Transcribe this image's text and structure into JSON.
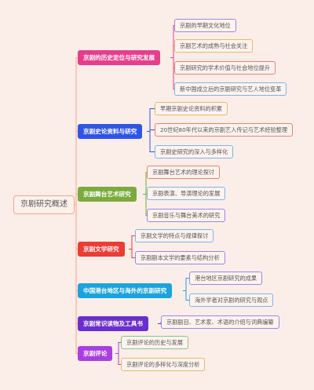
{
  "root": {
    "label": "京剧研究概述",
    "color": "#f2a58c"
  },
  "branches": [
    {
      "label": "京剧的历史定位与研究发展",
      "color": "#e63d8c",
      "leaves": [
        {
          "label": "京剧的早期文化地位",
          "color": "#9b86e8"
        },
        {
          "label": "京剧艺术的成熟与社会关注",
          "color": "#e8b86b"
        },
        {
          "label": "京剧研究的学术价值与社会地位提升",
          "color": "#ef7f6d"
        },
        {
          "label": "新中国成立后的京剧研究与艺人地位变革",
          "color": "#7ab6e8"
        }
      ]
    },
    {
      "label": "京剧史论资料与研究",
      "color": "#2f55e8",
      "leaves": [
        {
          "label": "早期京剧史论资料的积累",
          "color": "#e8b86b"
        },
        {
          "label": "20世纪80年代以来的京剧艺人传记与艺术经验整理",
          "color": "#ef7f6d"
        },
        {
          "label": "京剧史研究的深入与多样化",
          "color": "#7ab6e8"
        }
      ]
    },
    {
      "label": "京剧舞台艺术研究",
      "color": "#7aab3c",
      "leaves": [
        {
          "label": "京剧舞台艺术的理论探讨",
          "color": "#ef7f6d"
        },
        {
          "label": "京剧表演、导演理论的发展",
          "color": "#7ab6e8"
        },
        {
          "label": "京剧音乐与舞台美术的研究",
          "color": "#9b86e8"
        }
      ]
    },
    {
      "label": "京剧文学研究",
      "color": "#ee3b34",
      "leaves": [
        {
          "label": "京剧文学的特点与规律探讨",
          "color": "#7ab6e8"
        },
        {
          "label": "京剧剧本文学的要素与结构分析",
          "color": "#9b86e8"
        }
      ]
    },
    {
      "label": "中国港台地区与海外的京剧研究",
      "color": "#1aa3de",
      "leaves": [
        {
          "label": "港台地区京剧研究的成果",
          "color": "#9b86e8"
        },
        {
          "label": "海外学者对京剧的研究与观点",
          "color": "#7ab6e8"
        }
      ]
    },
    {
      "label": "京剧常识读物及工具书",
      "color": "#6a2fd0",
      "leaves": [
        {
          "label": "京剧剧目、艺术家、术语的介绍与词典编纂",
          "color": "#9b86e8"
        }
      ]
    },
    {
      "label": "京剧评论",
      "color": "#a93fe0",
      "leaves": [
        {
          "label": "京剧评论的历史与发展",
          "color": "#8bc28a"
        },
        {
          "label": "京剧评论的多样化与深度分析",
          "color": "#e8b86b"
        }
      ]
    }
  ]
}
